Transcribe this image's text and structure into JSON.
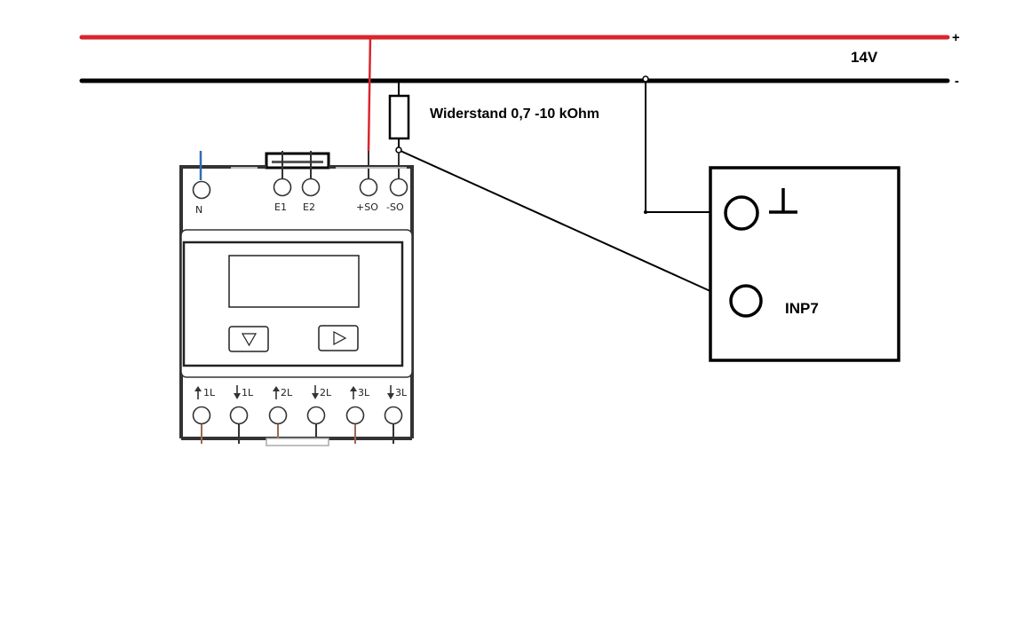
{
  "rails": {
    "plus_label": "+",
    "minus_label": "-",
    "voltage_label": "14V",
    "plus_color": "#d9262c",
    "minus_color": "#000000"
  },
  "resistor": {
    "label": "Widerstand 0,7 -10 kOhm"
  },
  "meter": {
    "top_terminals": [
      "N",
      "E1",
      "E2",
      "+SO",
      "-SO"
    ],
    "bottom_terminals": [
      "1L",
      "1L",
      "2L",
      "2L",
      "3L",
      "3L"
    ],
    "buttons": [
      "down-triangle-icon",
      "right-triangle-icon"
    ],
    "neutral_wire_color": "#2f6db5",
    "phase_wire_color": "#9b6a4e"
  },
  "input_module": {
    "ground_symbol": "⊥",
    "input_label": "INP7"
  }
}
